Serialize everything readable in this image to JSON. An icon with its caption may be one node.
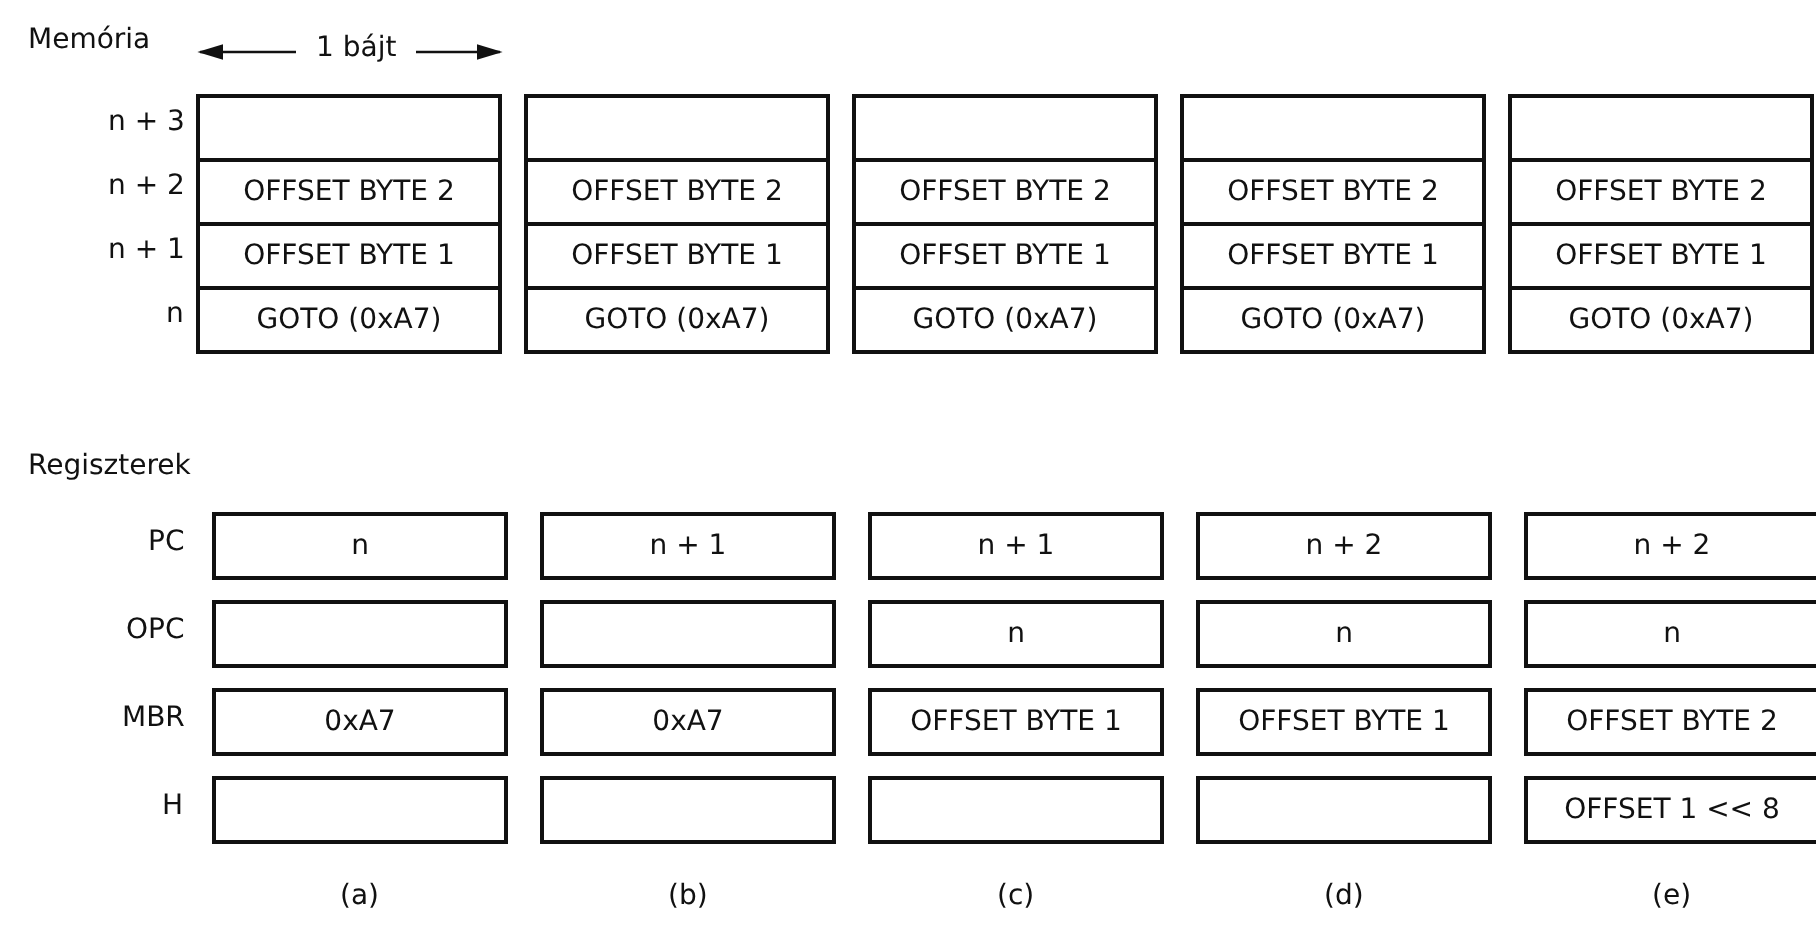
{
  "diagram": {
    "nodes": [
      {
        "text": [],
        "shape": "box"
      },
      {
        "text": [],
        "shape": "box"
      },
      {
        "text": [],
        "shape": "box"
      },
      {
        "text": [],
        "shape": "box"
      },
      {
        "text": [],
        "shape": "box"
      },
      {
        "text": [
          "OFFSET BYTE 2"
        ]
      },
      {
        "text": [
          "OFFSET BYTE 2"
        ]
      },
      {
        "text": [
          "OFFSET BYTE 2"
        ]
      },
      {
        "text": [
          "OFFSET BYTE 2"
        ]
      },
      {
        "text": [
          "OFFSET BYTE 2"
        ]
      },
      {
        "text": [
          "OFFSET BYTE 1"
        ]
      },
      {
        "text": [
          "OFFSET BYTE 1"
        ]
      },
      {
        "text": [
          "OFFSET BYTE 1"
        ]
      },
      {
        "text": [
          "OFFSET BYTE 1"
        ]
      },
      {
        "text": [
          "OFFSET BYTE 1"
        ]
      },
      {
        "text": [
          "GOTO (0xA7)"
        ]
      },
      {
        "text": [
          "GOTO (0xA7)"
        ]
      },
      {
        "text": [
          "GOTO (0xA7)"
        ]
      },
      {
        "text": [
          "GOTO (0xA7)"
        ]
      },
      {
        "text": [
          "GOTO (0xA7)"
        ]
      },
      {
        "text": [
          "n"
        ]
      },
      {
        "text": [
          "n + 1"
        ]
      },
      {
        "text": [
          "n + 1"
        ]
      },
      {
        "text": [
          "n + 2"
        ]
      },
      {
        "text": [
          "n + 2"
        ]
      },
      {
        "text": [],
        "shape": "box"
      },
      {
        "text": [],
        "shape": "box"
      },
      {
        "text": [
          "n"
        ]
      },
      {
        "text": [
          "n"
        ]
      },
      {
        "text": [
          "n"
        ]
      },
      {
        "text": [
          "0xA7"
        ]
      },
      {
        "text": [
          "0xA7"
        ]
      },
      {
        "text": [
          "OFFSET BYTE 1"
        ]
      },
      {
        "text": [
          "OFFSET BYTE 1"
        ]
      },
      {
        "text": [
          "OFFSET BYTE 2"
        ]
      },
      {
        "text": [],
        "shape": "box"
      },
      {
        "text": [],
        "shape": "box"
      },
      {
        "text": [],
        "shape": "box"
      },
      {
        "text": [],
        "shape": "box"
      },
      {
        "text": [
          "OFFSET 1 << 8"
        ]
      }
    ],
    "labels": [
      "Memória",
      "1 bájt",
      "n + 3",
      "n + 2",
      "n + 1",
      "n",
      "Regiszterek",
      "PC",
      "OPC",
      "MBR",
      "H",
      "(a)",
      "(b)",
      "(c)",
      "(d)",
      "(e)"
    ]
  }
}
